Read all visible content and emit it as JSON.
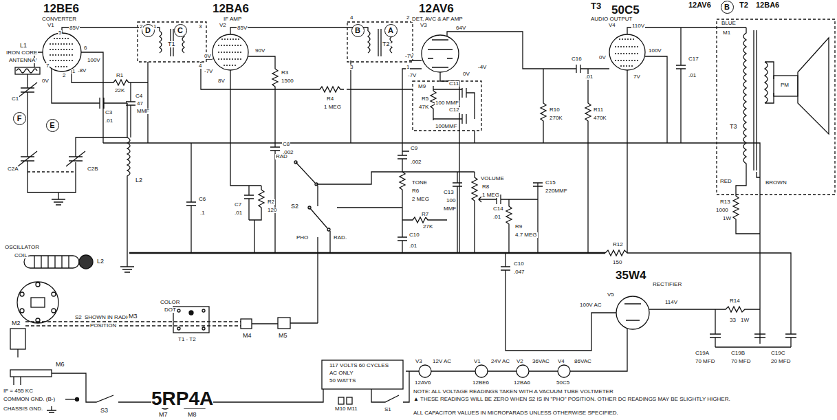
{
  "diagram": {
    "title": "5RP4A",
    "nodes": [
      {
        "text": [
          "D"
        ]
      },
      {
        "text": [
          "C"
        ]
      },
      {
        "text": [
          "B"
        ]
      },
      {
        "text": [
          "A"
        ]
      },
      {
        "text": [
          "F"
        ]
      },
      {
        "text": [
          "E"
        ]
      },
      {
        "text": [
          "B"
        ]
      }
    ],
    "labels": [
      "12BE6",
      "CONVERTER",
      "V1",
      "85V",
      "100V",
      "-7V",
      "-8V",
      "0V",
      "5",
      "7",
      "6",
      "1",
      "2",
      "L1",
      "IRON CORE",
      "ANTENNA",
      "C1",
      "C2A",
      "C2B",
      "C3",
      ".01",
      "C4",
      "47",
      "MMF",
      "R1",
      "22K",
      "L2",
      "T1",
      "2",
      "1",
      "3",
      "4",
      "12BA6",
      "IF AMP",
      "V2",
      "85V",
      "0V",
      "-7V",
      "8V",
      "90V",
      "R3",
      "1500",
      "C8",
      ".002",
      "C7",
      ".01",
      "R2",
      "120",
      "C6",
      ".1",
      "R4",
      "1 MEG",
      "T2",
      "4",
      "2",
      "3",
      "1",
      "12AV6",
      "DET, AVC & AF AMP",
      "V3",
      "64V",
      "-7V",
      "-7V",
      "-4V",
      "0V",
      "M9",
      "C11",
      "R5",
      "47K",
      "100 MMF",
      "C12",
      "100MMF",
      "RAD",
      "S2",
      "PHO",
      "RAD.",
      "C9",
      ".002",
      "TONE",
      "R6",
      "2 MEG",
      "R7",
      "27K",
      "C10",
      ".01",
      "C13",
      "100",
      "MMF",
      "VOLUME",
      "R8",
      "1 MEG",
      "C14",
      ".01",
      "R9",
      "4.7 MEG",
      "C15",
      "220MMF",
      "C10",
      ".047",
      "R10",
      "270K",
      "R11",
      "470K",
      "C16",
      ".01",
      "T3",
      "50C5",
      "AUDIO OUTPUT",
      "V4",
      "110V",
      "0V",
      "100V",
      "7V",
      "C17",
      ".01",
      "12AV6",
      "T2",
      "12BA6",
      "BLUE",
      "M1",
      "T3",
      "PM",
      "RED",
      "BROWN",
      "R13",
      "1000",
      "1W",
      "OSCILLATOR",
      "COIL",
      "L2",
      "R12",
      "150",
      "35W4",
      "RECTIFIER",
      "V5",
      "100V AC",
      "114V",
      "R14",
      "33",
      "1W",
      "C19A",
      "70 MFD",
      "C19B",
      "70 MFD",
      "C19C",
      "20 MFD",
      "S2",
      "SHOWN IN RADIO",
      "POSITION",
      "COLOR",
      "DOT",
      "T1 - T2",
      "M2",
      "M3",
      "M4",
      "M5",
      "M6",
      "M7",
      "M8",
      "S3",
      "117 VOLTS 60 CYCLES",
      "AC ONLY",
      "50 WATTS",
      "M10 M11",
      "S1",
      "V3",
      "12V AC",
      "V1",
      "24V AC",
      "V2",
      "36VAC",
      "V4",
      "86VAC",
      "12AV6",
      "12BE6",
      "12BA6",
      "50C5",
      "NOTE: ALL VOLTAGE READINGS TAKEN WITH A VACUUM TUBE VOLTMETER",
      "▲ THESE READINGS WILL BE ZERO WHEN S2 IS IN \"PHO\" POSITION. OTHER DC READINGS MAY BE SLIGHTLY HIGHER.",
      "ALL CAPACITOR VALUES IN MICROFARADS UNLESS OTHERWISE SPECIFIED.",
      "IF = 455 KC",
      "COMMON GND. (B-)",
      "CHASSIS GND."
    ]
  }
}
